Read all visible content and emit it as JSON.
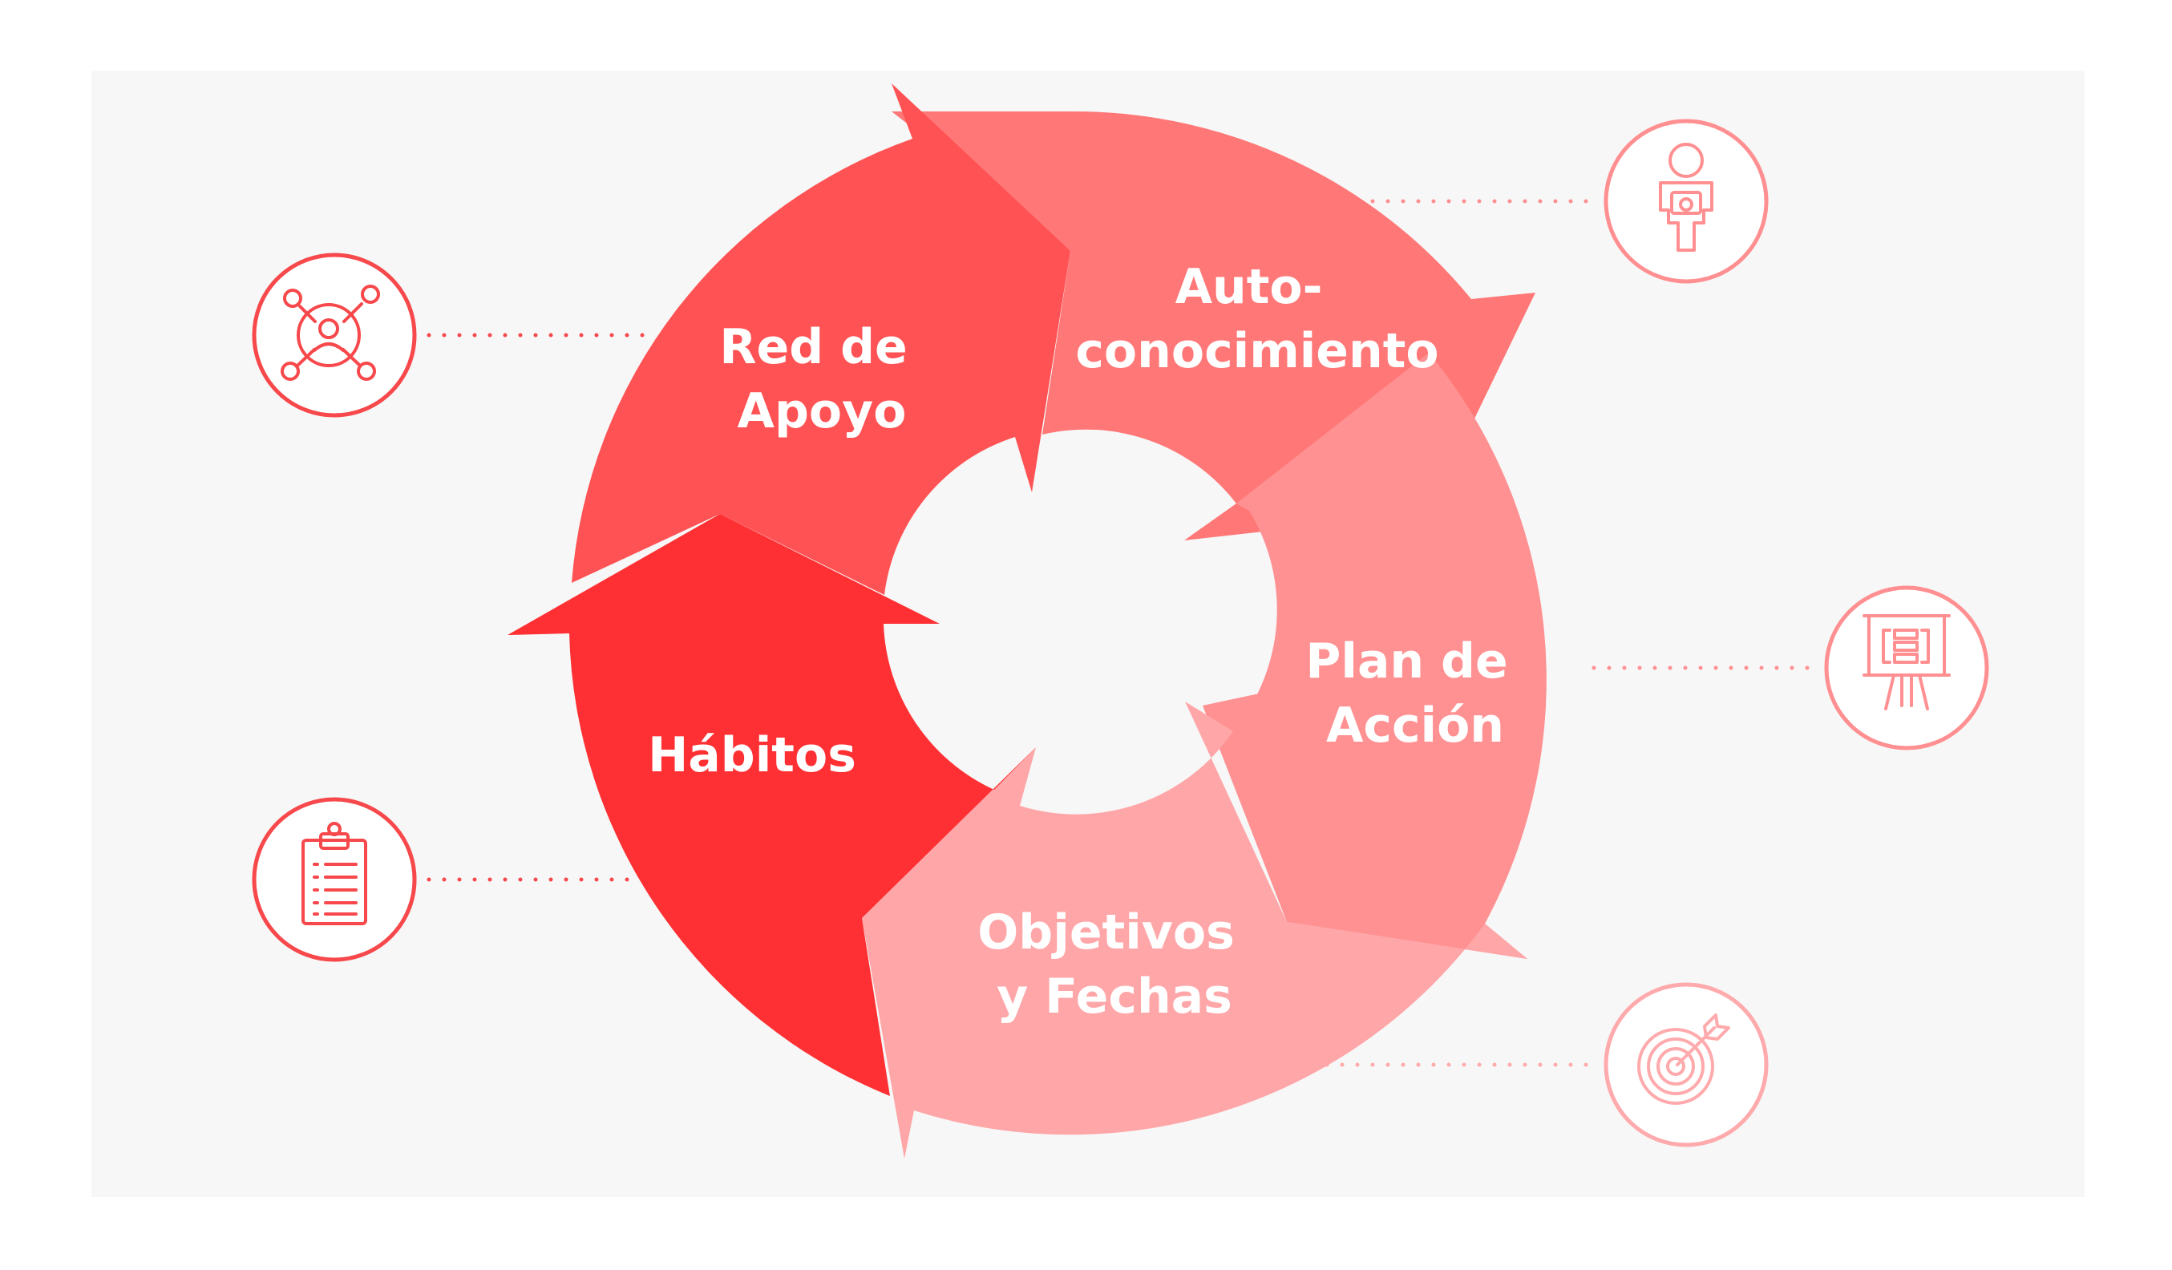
{
  "colors": {
    "background": "#f7f7f7",
    "segment_support": "#ff5254",
    "segment_self": "#ff7777",
    "segment_plan": "#ff9193",
    "segment_goals": "#ffa6a8",
    "segment_habits": "#fe3033",
    "icon_primary": "#f7484b",
    "icon_light": "#ff8f91",
    "icon_lighter": "#ffaaac"
  },
  "cycle": {
    "segments": [
      {
        "id": "support",
        "lines": [
          "Red de",
          "Apoyo"
        ]
      },
      {
        "id": "self",
        "lines": [
          "Auto-",
          "conocimiento"
        ]
      },
      {
        "id": "plan",
        "lines": [
          "Plan de",
          "Acción"
        ]
      },
      {
        "id": "goals",
        "lines": [
          "Objetivos",
          "y Fechas"
        ]
      },
      {
        "id": "habits",
        "lines": [
          "Hábitos"
        ]
      }
    ]
  },
  "icons": {
    "support": "network-people-icon",
    "self": "person-mirror-icon",
    "plan": "whiteboard-plan-icon",
    "goals": "target-arrow-icon",
    "habits": "clipboard-list-icon"
  }
}
